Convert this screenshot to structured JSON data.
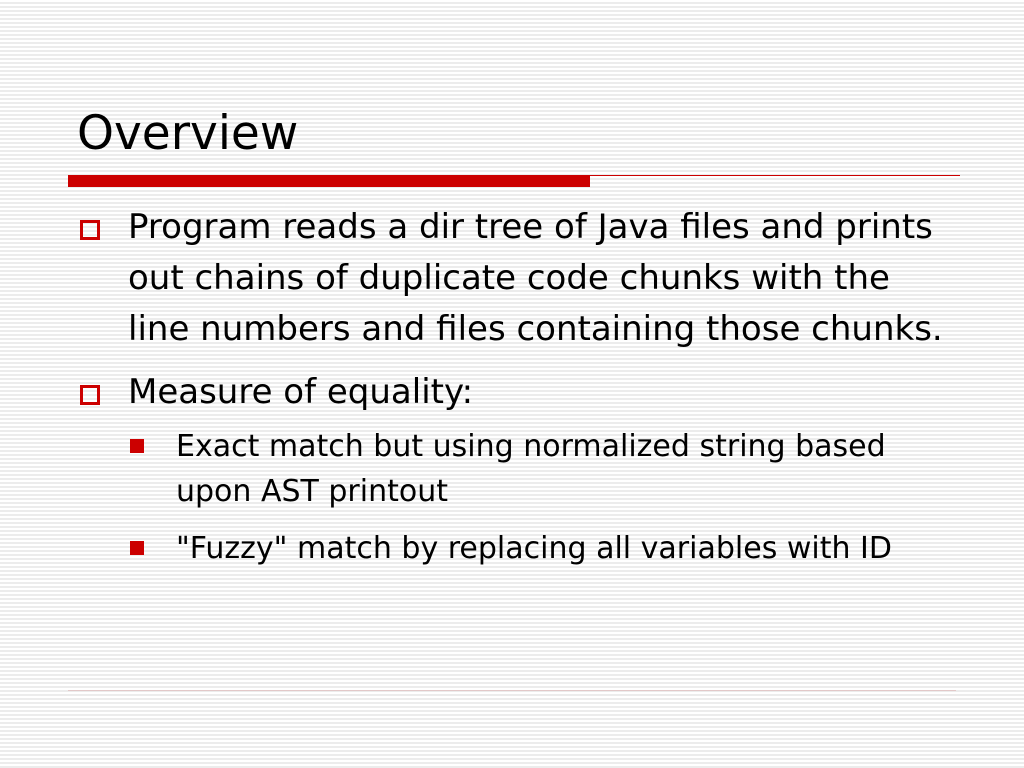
{
  "slide": {
    "title": "Overview",
    "bullets": [
      {
        "text": "Program reads a dir tree of Java files and prints out chains of duplicate code chunks with the line numbers and files containing those chunks."
      },
      {
        "text": "Measure of equality:",
        "sub_bullets": [
          {
            "text": "Exact match but using normalized string based upon AST printout"
          },
          {
            "text": "\"Fuzzy\" match by replacing all variables with ID"
          }
        ]
      }
    ]
  },
  "colors": {
    "accent": "#cc0000",
    "text": "#000000",
    "background_stripe": "#ececec"
  },
  "icons": {
    "level1_bullet": "hollow-square-icon",
    "level2_bullet": "filled-square-icon"
  }
}
